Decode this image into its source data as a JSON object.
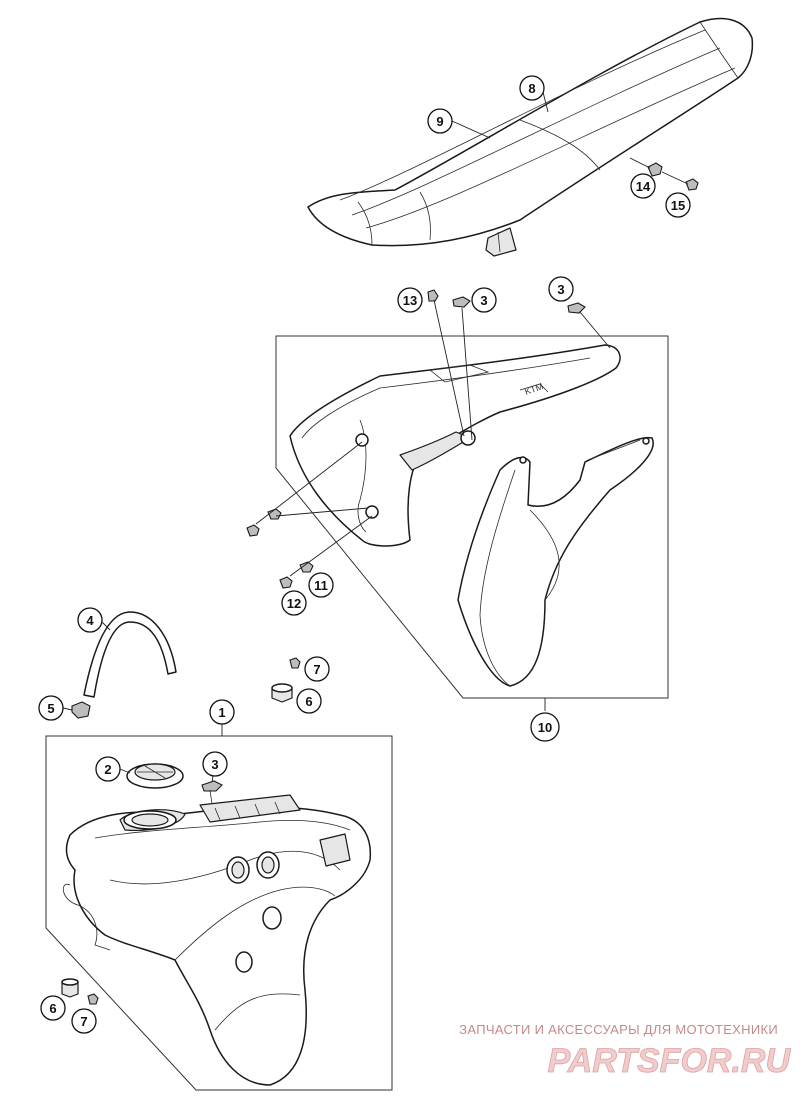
{
  "diagram": {
    "callouts": [
      {
        "label": "1"
      },
      {
        "label": "2"
      },
      {
        "label": "3"
      },
      {
        "label": "3"
      },
      {
        "label": "3"
      },
      {
        "label": "4"
      },
      {
        "label": "5"
      },
      {
        "label": "6"
      },
      {
        "label": "6"
      },
      {
        "label": "7"
      },
      {
        "label": "7"
      },
      {
        "label": "8"
      },
      {
        "label": "9"
      },
      {
        "label": "10"
      },
      {
        "label": "11"
      },
      {
        "label": "12"
      },
      {
        "label": "13"
      },
      {
        "label": "14"
      },
      {
        "label": "15"
      }
    ]
  },
  "watermark": {
    "tagline": "ЗАПЧАСТИ И АКСЕССУАРЫ ДЛЯ МОТОТЕХНИКИ",
    "brand": "PARTSFOR.RU"
  },
  "colors": {
    "line": "#1a1a1a",
    "watermark_text": "#c48a8a",
    "watermark_brand": "#f2cccc"
  }
}
